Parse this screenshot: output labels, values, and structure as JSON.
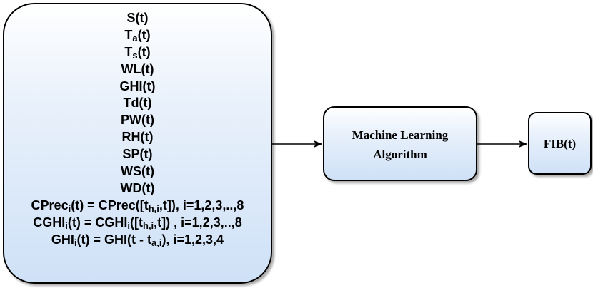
{
  "inputs": {
    "lines": [
      {
        "base": "S(t)"
      },
      {
        "base": "T",
        "sub": "a",
        "rest": "(t)"
      },
      {
        "base": "T",
        "sub": "s",
        "rest": "(t)"
      },
      {
        "base": "WL(t)"
      },
      {
        "base": "GHI(t)"
      },
      {
        "base": "Td(t)"
      },
      {
        "base": "PW(t)"
      },
      {
        "base": "RH(t)"
      },
      {
        "base": "SP(t)"
      },
      {
        "base": "WS(t)"
      },
      {
        "base": "WD(t)"
      },
      {
        "base": "CPrec",
        "sub": "i",
        "rest": "(t) = CPrec([t",
        "sub2": "h,i",
        "rest2": ",t]), i=1,2,3,..,8"
      },
      {
        "base": "CGHI",
        "sub": "i",
        "rest": "(t) = CGHI",
        "sub2": "i",
        "rest2": "([t",
        "sub3": "h,i",
        "rest3": ",t]) , i=1,2,3,..,8"
      },
      {
        "base": "GHI",
        "sub": "i",
        "rest": "(t) = GHI(t - t",
        "sub2": "a,i",
        "rest2": "), i=1,2,3,4"
      }
    ]
  },
  "model": {
    "line1": "Machine Learning",
    "line2": "Algorithm"
  },
  "output": {
    "label": "FIB(t)"
  },
  "colors": {
    "box_fill_top": "#ffffff",
    "box_fill_bottom": "#cfe1f7",
    "stroke": "#000000"
  }
}
